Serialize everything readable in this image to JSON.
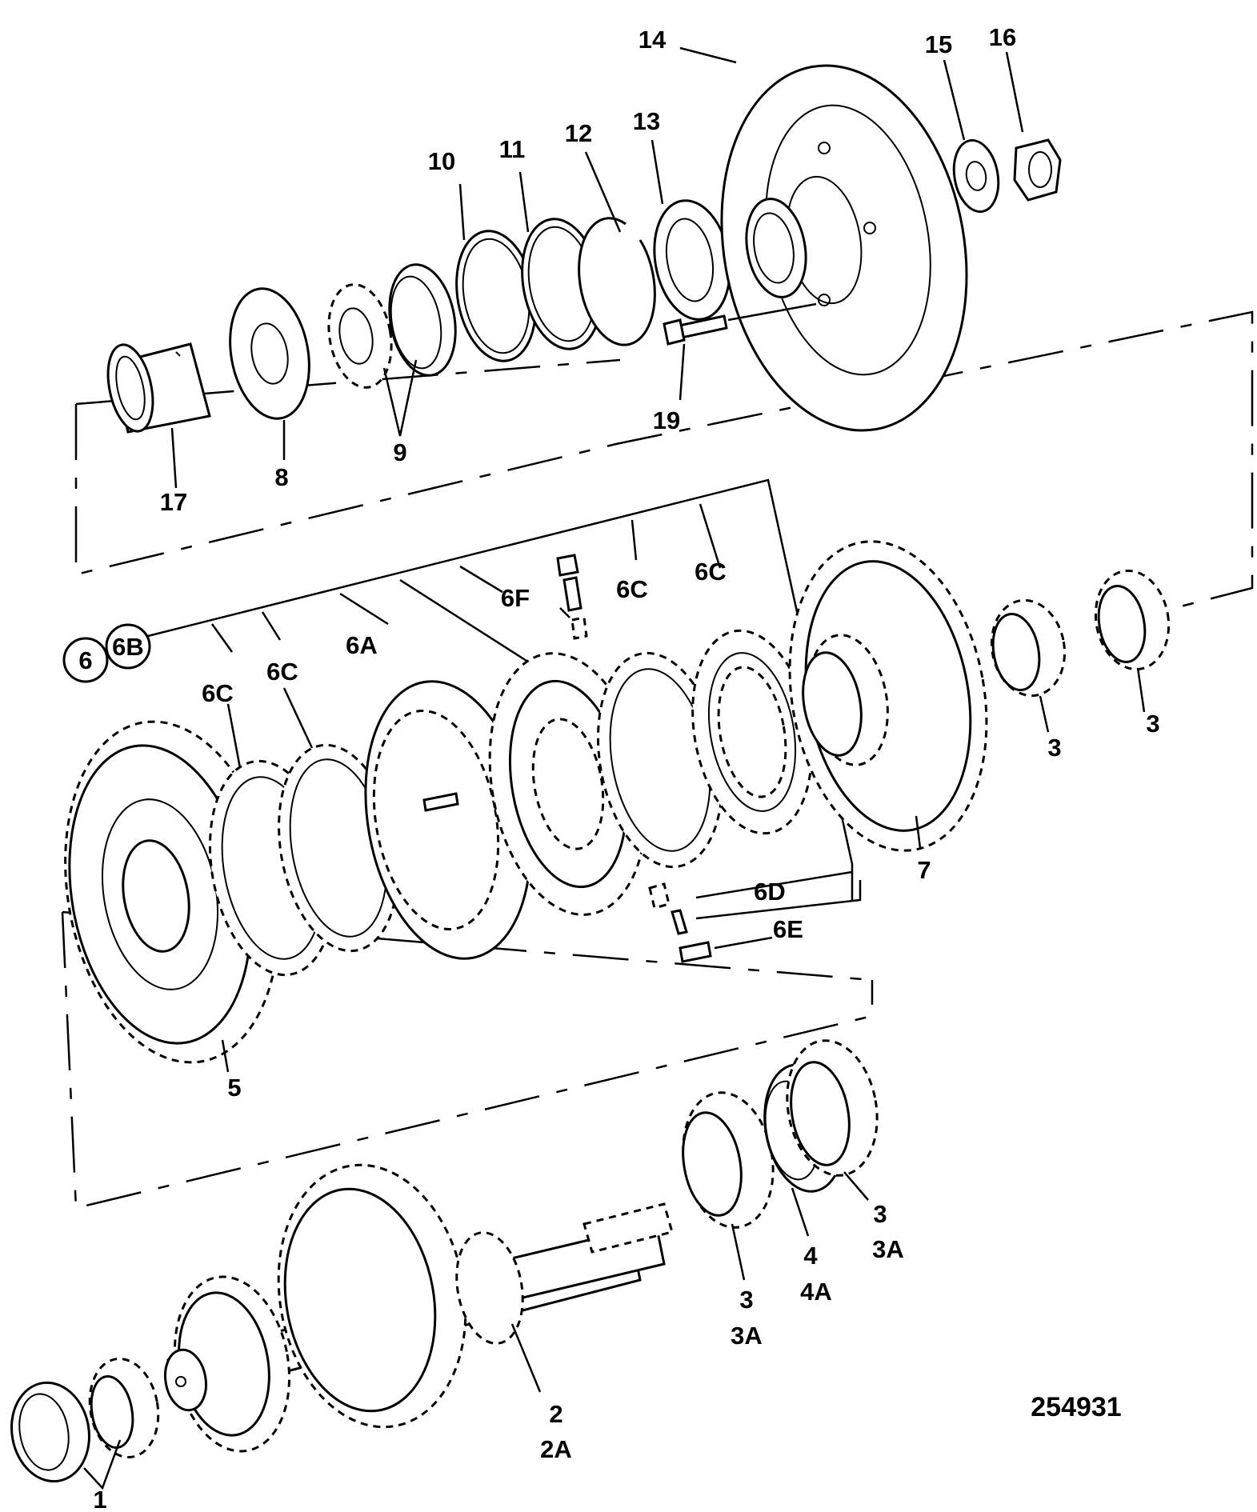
{
  "labels": {
    "l1": "1",
    "l2": "2",
    "l2a": "2A",
    "l3a": "3",
    "l3b": "3",
    "l3c": "3",
    "l3c_a": "3A",
    "l3d": "3",
    "l3d_a": "3A",
    "l4": "4",
    "l4a": "4A",
    "l5": "5",
    "l6": "6",
    "l6a": "6A",
    "l6b": "6B",
    "l6c1": "6C",
    "l6c2": "6C",
    "l6c3": "6C",
    "l6c4": "6C",
    "l6d": "6D",
    "l6e": "6E",
    "l6f": "6F",
    "l7": "7",
    "l8": "8",
    "l9": "9",
    "l10": "10",
    "l11": "11",
    "l12": "12",
    "l13": "13",
    "l14": "14",
    "l15": "15",
    "l16": "16",
    "l17": "17",
    "l19": "19"
  },
  "figure_number": "254931"
}
